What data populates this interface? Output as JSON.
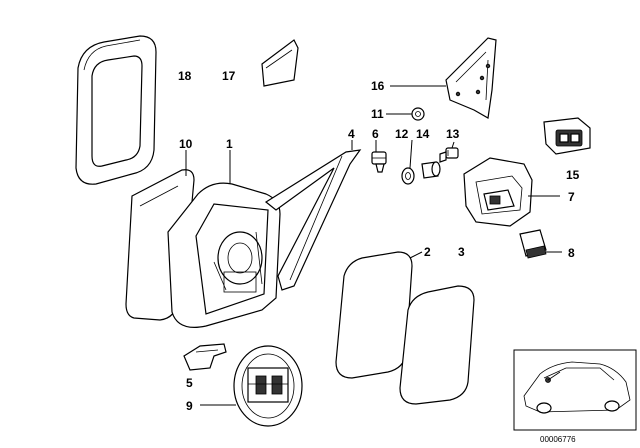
{
  "callouts": {
    "c1": "1",
    "c2": "2",
    "c3": "3",
    "c4": "4",
    "c5": "5",
    "c6": "6",
    "c7": "7",
    "c8": "8",
    "c9": "9",
    "c10": "10",
    "c11": "11",
    "c12": "12",
    "c13": "13",
    "c14": "14",
    "c15": "15",
    "c16": "16",
    "c17": "17",
    "c18": "18"
  },
  "reference_number": "00006776"
}
